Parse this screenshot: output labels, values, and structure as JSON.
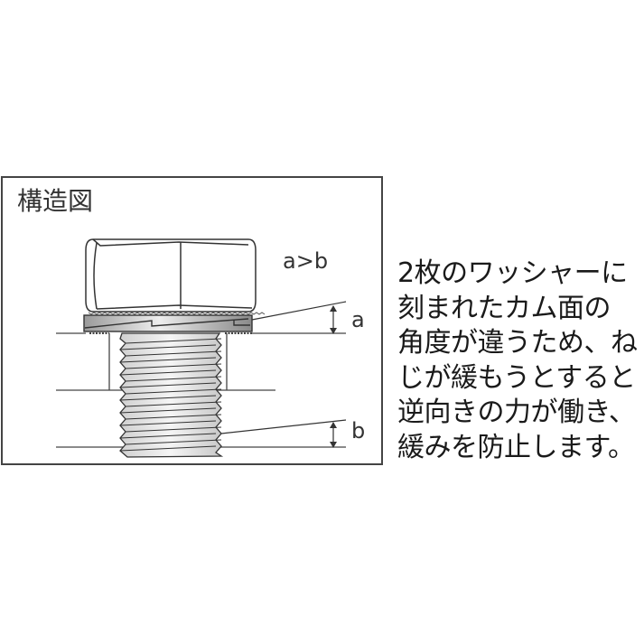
{
  "diagram": {
    "title": "構造図",
    "relation_label": "a>b",
    "dimension_a_label": "a",
    "dimension_b_label": "b",
    "components": [
      "hex-bolt-head",
      "cam-washer-pair",
      "threaded-shaft",
      "plate-surfaces"
    ]
  },
  "description": {
    "lines": [
      "2枚のワッシャーに",
      "刻まれたカム面の",
      "角度が違うため、ね",
      "じが緩もうとすると",
      "逆向きの力が働き、",
      "緩みを防止します。"
    ]
  },
  "colors": {
    "line": "#333333",
    "border": "#444444",
    "washer_dark": "#8a8a8a",
    "washer_light": "#e6e6e6"
  }
}
